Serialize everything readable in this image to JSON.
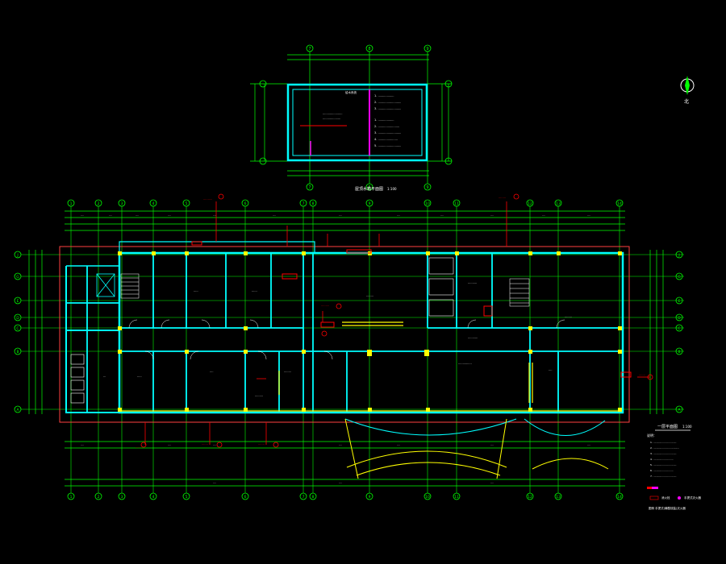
{
  "drawing": {
    "main_plan_title": "一层平面图",
    "main_plan_scale": "1:100",
    "detail_plan_title": "屋顶水箱平面图",
    "detail_plan_scale": "1:100",
    "north_label": "北",
    "grid_top": [
      "1",
      "2",
      "3",
      "4",
      "5",
      "6",
      "7",
      "8",
      "9",
      "10",
      "11",
      "12",
      "13",
      "14"
    ],
    "grid_left": [
      "J",
      "G",
      "E",
      "D",
      "C",
      "B",
      "A"
    ],
    "detail_grid": [
      "7",
      "8",
      "9"
    ],
    "notes_header": "说明：",
    "legend_items": [
      "消火栓",
      "手提式灭火器"
    ],
    "bottom_legend": "图例 手提式(磷酸铵盐)灭火器"
  },
  "colors": {
    "background": "#000000",
    "grid": "#00ff00",
    "wall": "#00ffff",
    "column": "#ffff00",
    "annotation": "#ff0000",
    "text": "#ffffff",
    "magenta": "#ff00ff"
  }
}
